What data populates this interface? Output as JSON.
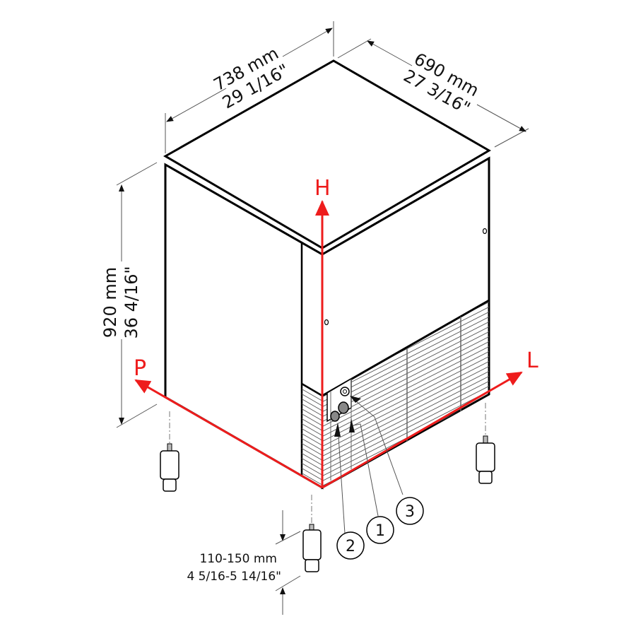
{
  "drawing": {
    "type": "isometric dimension drawing",
    "colors": {
      "outline": "#000000",
      "axis": "#ee1c1c",
      "dim_line": "#555555",
      "background": "#ffffff"
    }
  },
  "dimensions": {
    "width": {
      "mm": "738 mm",
      "inch": "29 1/16\""
    },
    "depth": {
      "mm": "690 mm",
      "inch": "27 3/16\""
    },
    "height": {
      "mm": "920 mm",
      "inch": "36 4/16\""
    },
    "feet": {
      "mm": "110-150 mm",
      "inch": "4 5/16-5 14/16\""
    }
  },
  "axes": {
    "h": "H",
    "l": "L",
    "p": "P"
  },
  "callouts": [
    {
      "num": "1"
    },
    {
      "num": "2"
    },
    {
      "num": "3"
    }
  ]
}
